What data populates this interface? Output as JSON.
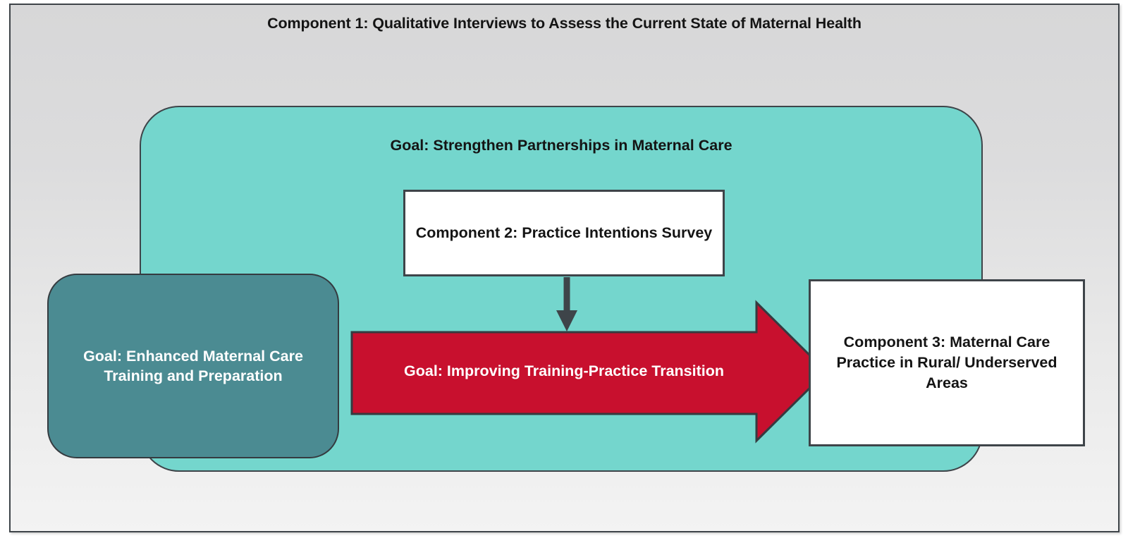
{
  "figure": {
    "title": "Component 1: Qualitative Interviews to Assess the Current State of Maternal Health",
    "colors": {
      "frame_border": "#3e4449",
      "panel_background_top": "#d7d7d8",
      "panel_background_bottom": "#f3f3f3",
      "partnership_container_fill": "#74d6cd",
      "training_goal_fill": "#4b8b92",
      "transition_arrow_fill": "#c8102e",
      "connector_arrow_fill": "#3e4449",
      "component_box_fill": "#ffffff",
      "dark_text": "#141414",
      "light_text": "#ffffff"
    }
  },
  "partnership_container": {
    "goal_label": "Goal: Strengthen Partnerships in Maternal Care"
  },
  "component2": {
    "label": "Component 2: Practice Intentions Survey"
  },
  "training_goal": {
    "label": "Goal: Enhanced Maternal Care Training and Preparation"
  },
  "transition_arrow": {
    "label": "Goal: Improving Training-Practice Transition"
  },
  "component3": {
    "label": "Component 3: Maternal Care Practice in Rural/ Underserved Areas"
  },
  "connector": {
    "icon": "arrow-down-icon"
  }
}
